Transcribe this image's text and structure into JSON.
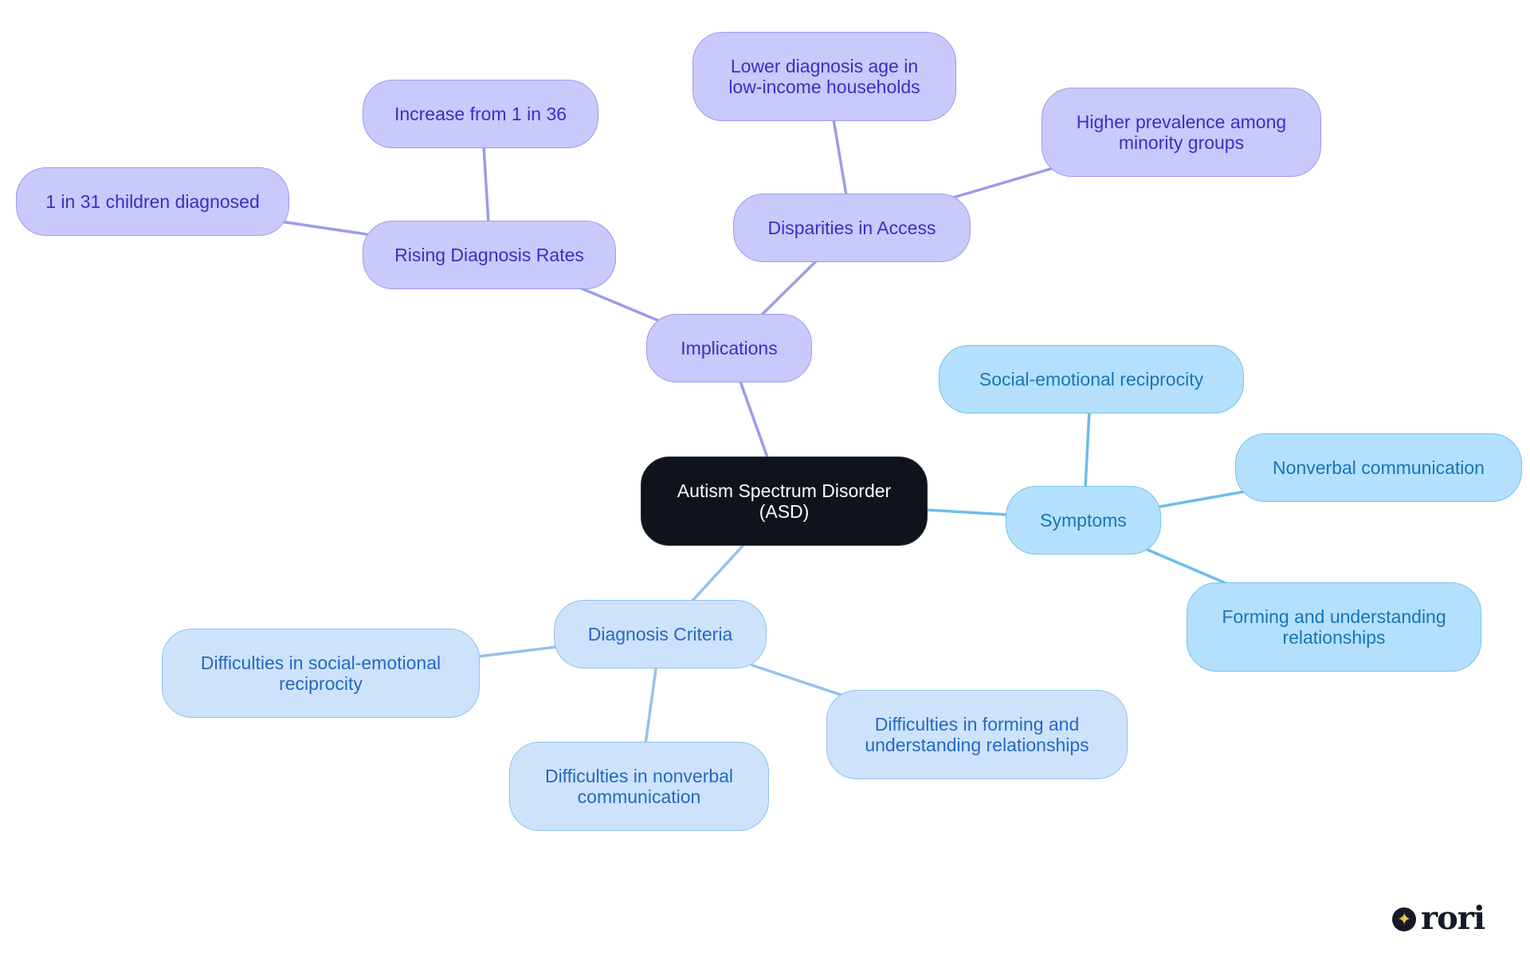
{
  "root": {
    "label": "Autism Spectrum Disorder (ASD)"
  },
  "branches": {
    "implications": {
      "label": "Implications",
      "rising": {
        "label": "Rising Diagnosis Rates",
        "children": [
          "Increase from 1 in 36",
          "1 in 31 children diagnosed"
        ]
      },
      "disparities": {
        "label": "Disparities in Access",
        "children": [
          "Lower diagnosis age in low-income households",
          "Higher prevalence among minority groups"
        ]
      }
    },
    "symptoms": {
      "label": "Symptoms",
      "children": [
        "Social-emotional reciprocity",
        "Nonverbal communication",
        "Forming and understanding relationships"
      ]
    },
    "diagnosis": {
      "label": "Diagnosis Criteria",
      "children": [
        "Difficulties in social-emotional reciprocity",
        "Difficulties in nonverbal communication",
        "Difficulties in forming and understanding relationships"
      ]
    }
  },
  "colors": {
    "root_fill": "#0e131c",
    "implications_fill": "#c9c9fb",
    "symptoms_fill": "#b4e0fd",
    "diagnosis_fill": "#cde3fb"
  },
  "logo": {
    "icon": "sparkle-circle-icon"
  }
}
